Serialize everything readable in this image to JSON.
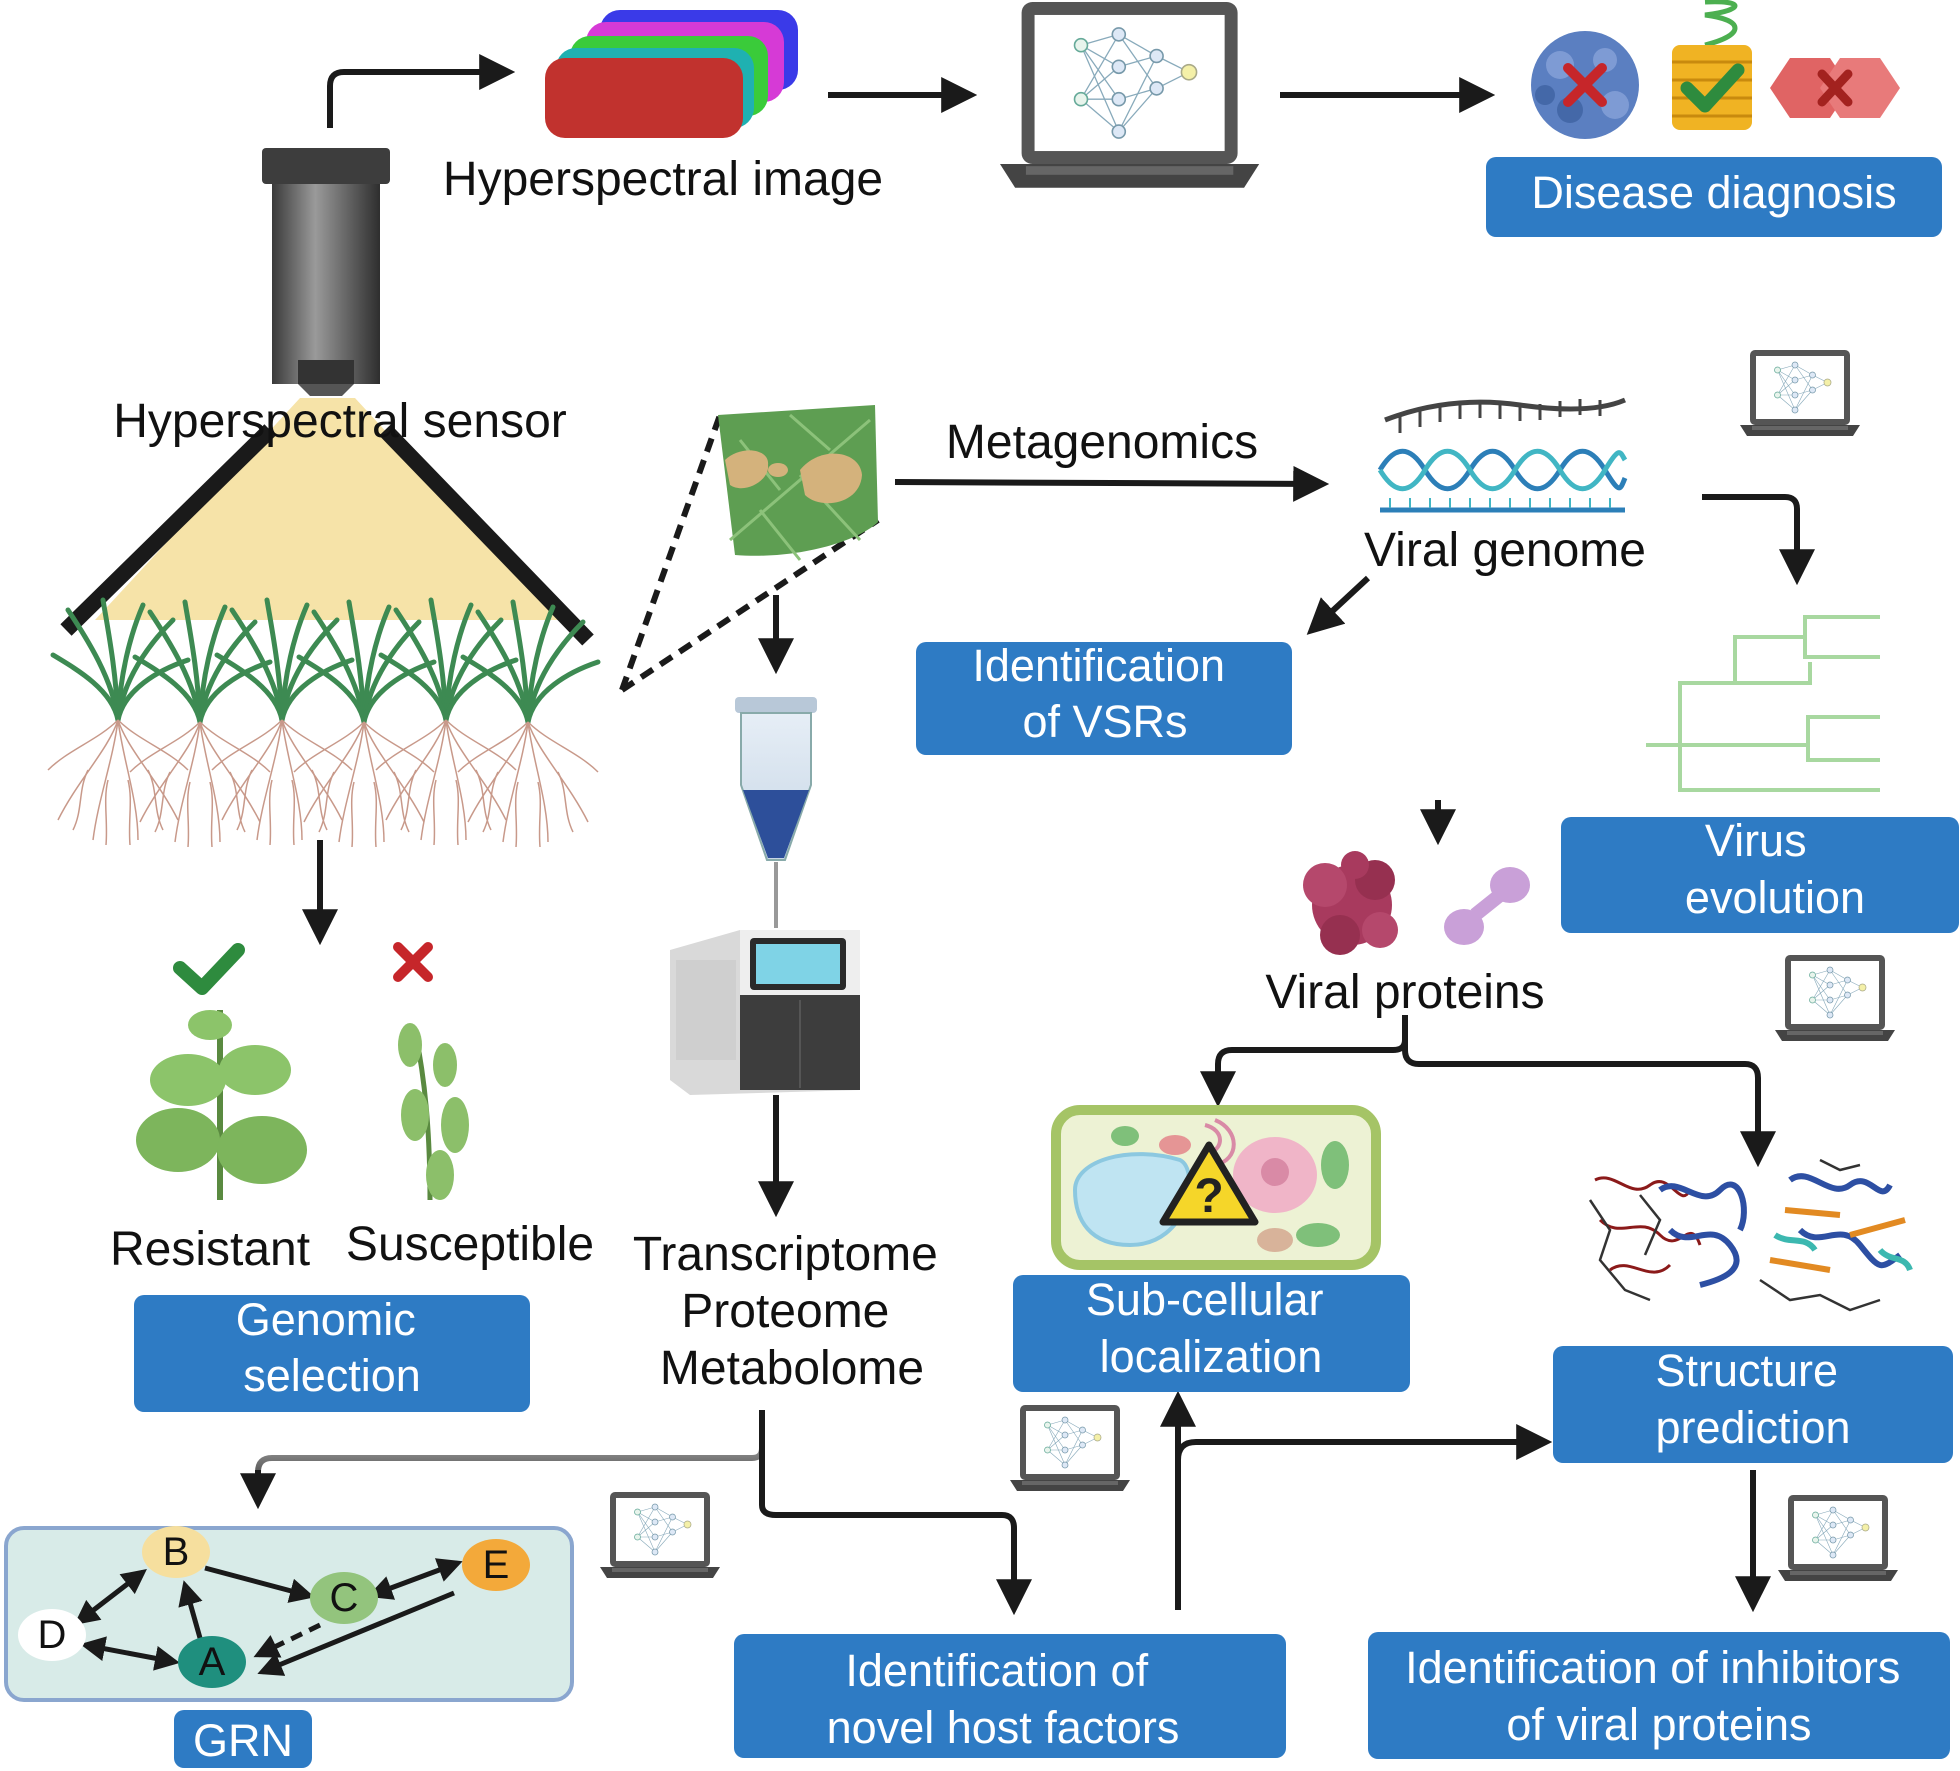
{
  "colors": {
    "box_blue": "#2e7bc4",
    "arrow": "#1a1a1a",
    "grn_bg": "#d8ebe8",
    "grn_border": "#8aa6cf",
    "beam": "#f6e3a8",
    "phylo": "#a8d8a0"
  },
  "top": {
    "hyperspectral_image": "Hyperspectral image",
    "hyperspectral_sensor": "Hyperspectral sensor",
    "disease_diagnosis": "Disease diagnosis"
  },
  "labels": {
    "metagenomics": "Metagenomics",
    "viral_genome": "Viral genome",
    "viral_proteins": "Viral proteins",
    "resistant": "Resistant",
    "susceptible": "Susceptible",
    "omics": [
      "Transcriptome",
      "Proteome",
      "Metabolome"
    ]
  },
  "boxes": {
    "genomic_selection": [
      "Genomic",
      "selection"
    ],
    "identification_vsrs": [
      "Identification",
      "of VSRs"
    ],
    "virus_evolution": [
      "Virus",
      "evolution"
    ],
    "subcellular": [
      "Sub-cellular",
      "localization"
    ],
    "structure": [
      "Structure",
      "prediction"
    ],
    "host_factors": [
      "Identification of",
      "novel host factors"
    ],
    "inhibitors": [
      "Identification of inhibitors",
      "of viral proteins"
    ],
    "grn": "GRN"
  },
  "grn_nodes": {
    "A": "A",
    "B": "B",
    "C": "C",
    "D": "D",
    "E": "E"
  },
  "icons": [
    "hyperspectral-camera-icon",
    "laptop-neural-network-icon",
    "leaf-icon",
    "tube-icon",
    "sequencer-icon",
    "dna-icon",
    "protein-icon",
    "cell-icon",
    "phylogenetic-tree-icon",
    "check-icon",
    "cross-icon"
  ]
}
